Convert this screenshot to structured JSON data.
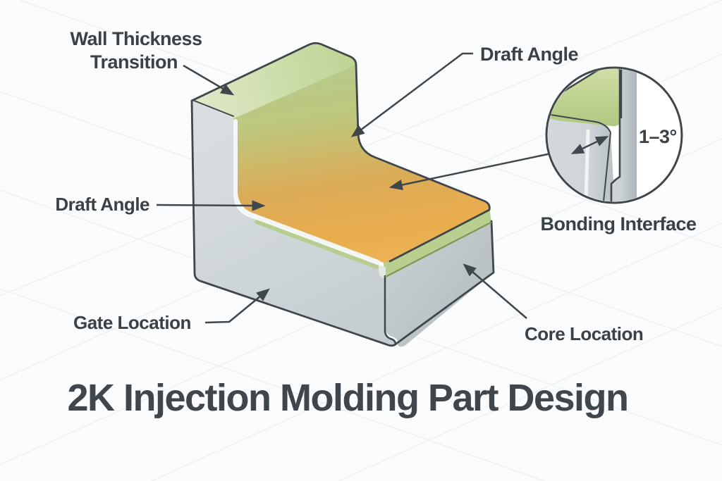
{
  "title": "2K Injection Molding Part Design",
  "labels": {
    "wall_thickness_line1": "Wall Thickness",
    "wall_thickness_line2": "Transition",
    "draft_angle_top": "Draft Angle",
    "draft_angle_left": "Draft Angle",
    "gate_location": "Gate Location",
    "core_location": "Core Location",
    "bonding_interface": "Bonding Interface"
  },
  "detail_callout": {
    "angle_text": "1–3°"
  },
  "colors": {
    "background": "#fbfcfd",
    "outline": "#3f474c",
    "label_text": "#3a4247",
    "title_text": "#3f464c",
    "overmold_green": "#b9cf90",
    "overmold_green_light": "#dde7c4",
    "overmold_orange": "#e9ab4c",
    "body_gray": "#ccd3d6",
    "edge_highlight": "#f4f6f5",
    "band_dark_green": "#7d9757",
    "grid_line": "#edf0f2"
  }
}
